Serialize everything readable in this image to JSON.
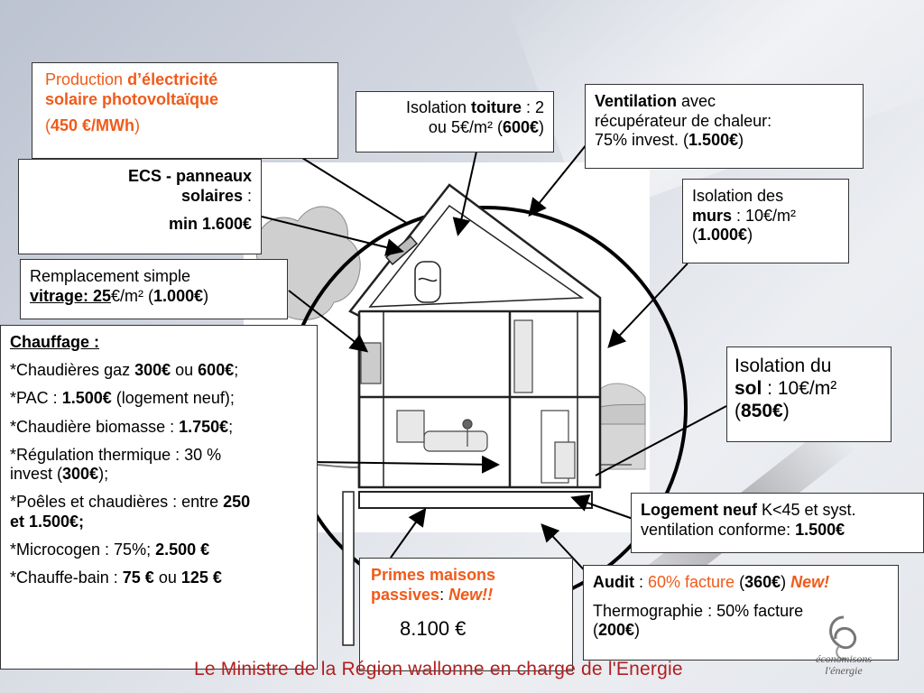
{
  "boxes": {
    "production": {
      "line1_a": "Production ",
      "line1_b": "d’électricité",
      "line2": "solaire photovoltaïque",
      "line3_a": "(",
      "line3_b": "450 €/MWh",
      "line3_c": ")"
    },
    "toiture": {
      "a": "Isolation ",
      "b": "toiture",
      "c": " : 2",
      "d": "ou 5€/m² (",
      "e": "600€",
      "f": ")"
    },
    "ventilation": {
      "a": "Ventilation",
      "b": " avec",
      "c": "récupérateur de chaleur:",
      "d": "75% invest. (",
      "e": "1.500€",
      "f": ")"
    },
    "ecs": {
      "a": "ECS - panneaux",
      "b": "solaires",
      "c": " :",
      "d": "min 1.600€"
    },
    "murs": {
      "a": "Isolation des",
      "b": "murs",
      "c": " : 10€/m²",
      "d": "(",
      "e": "1.000€",
      "f": ")"
    },
    "vitrage": {
      "a": "Remplacement simple",
      "b": "vitrage: 25",
      "c": "€/m² (",
      "d": "1.000€",
      "e": ")"
    },
    "chauffage": {
      "title": "Chauffage :",
      "l1_a": "*Chaudières gaz ",
      "l1_b": "300€",
      "l1_c": " ou ",
      "l1_d": "600€",
      "l1_e": ";",
      "l2_a": "*PAC : ",
      "l2_b": "1.500€",
      "l2_c": " (logement neuf);",
      "l3_a": "*Chaudière biomasse : ",
      "l3_b": "1.750€",
      "l3_c": ";",
      "l4_a": "*Régulation thermique : 30 %",
      "l4_b": "invest (",
      "l4_c": "300€",
      "l4_d": ");",
      "l5_a": "*Poêles et chaudières : entre ",
      "l5_b": "250",
      "l5_c": "et 1.500€;",
      "l6_a": "*Microcogen : 75%; ",
      "l6_b": "2.500 €",
      "l7_a": "*Chauffe-bain : ",
      "l7_b": "75 €",
      "l7_c": " ou ",
      "l7_d": "125 €"
    },
    "sol": {
      "a": "Isolation du",
      "b": "sol",
      "c": " : 10€/m²",
      "d": "(",
      "e": "850€",
      "f": ")"
    },
    "logement": {
      "a": "Logement neuf",
      "b": " K<45 et syst.",
      "c": "ventilation conforme: ",
      "d": "1.500€"
    },
    "primes": {
      "a": "Primes maisons",
      "b": "passives",
      "c": ": ",
      "d": "New!!",
      "e": "8.100 €"
    },
    "audit": {
      "a": "Audit",
      "b": " : ",
      "c": "60% facture",
      "d": " (",
      "e": "360€",
      "f": ") ",
      "g": "New!",
      "h": "Thermographie : 50% facture",
      "i": "(",
      "j": "200€",
      "k": ")"
    }
  },
  "footer": "Le Ministre de la Région wallonne en charge de l'Energie",
  "logo": {
    "line1": "économisons",
    "line2": "l'énergie"
  },
  "colors": {
    "accent_orange": "#f05a1a",
    "footer_red": "#b02020"
  }
}
